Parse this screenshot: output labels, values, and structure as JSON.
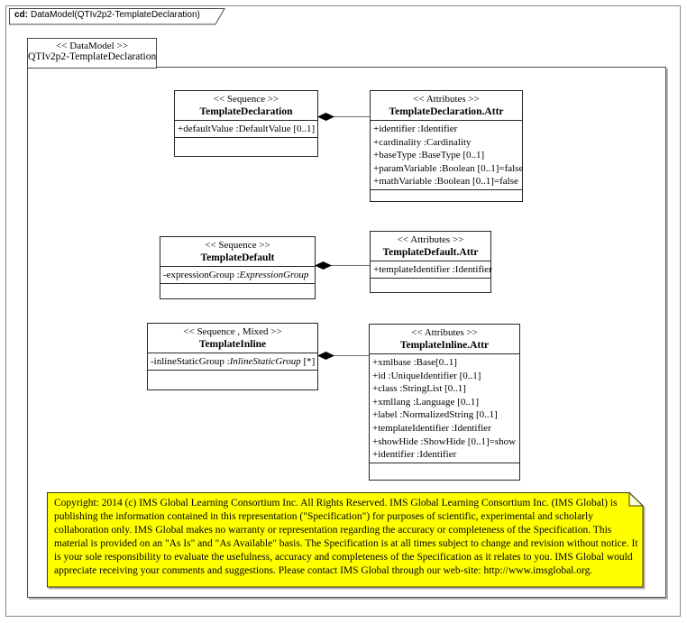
{
  "frame": {
    "tab_prefix": "cd:",
    "tab_label": "DataModel(QTIv2p2-TemplateDeclaration)"
  },
  "package": {
    "stereotype": "<< DataModel >>",
    "name": "QTIv2p2-TemplateDeclaration"
  },
  "classes": [
    {
      "stereotype": "<< Sequence >>",
      "name": "TemplateDeclaration",
      "attributes": [
        {
          "pre": "+defaultValue :DefaultValue [0..1]",
          "italic": "",
          "post": ""
        }
      ]
    },
    {
      "stereotype": "<< Attributes  >>",
      "name": "TemplateDeclaration.Attr",
      "attributes": [
        {
          "pre": "+identifier :Identifier",
          "italic": "",
          "post": ""
        },
        {
          "pre": "+cardinality :Cardinality",
          "italic": "",
          "post": ""
        },
        {
          "pre": "+baseType :BaseType [0..1]",
          "italic": "",
          "post": ""
        },
        {
          "pre": "+paramVariable :Boolean [0..1]=false",
          "italic": "",
          "post": ""
        },
        {
          "pre": "+mathVariable :Boolean [0..1]=false",
          "italic": "",
          "post": ""
        }
      ]
    },
    {
      "stereotype": "<< Sequence >>",
      "name": "TemplateDefault",
      "attributes": [
        {
          "pre": "-expressionGroup :",
          "italic": "ExpressionGroup",
          "post": ""
        }
      ]
    },
    {
      "stereotype": "<< Attributes  >>",
      "name": "TemplateDefault.Attr",
      "attributes": [
        {
          "pre": "+templateIdentifier :Identifier",
          "italic": "",
          "post": ""
        }
      ]
    },
    {
      "stereotype": "<< Sequence , Mixed >>",
      "name": "TemplateInline",
      "attributes": [
        {
          "pre": "-inlineStaticGroup :",
          "italic": "InlineStaticGroup",
          "post": " [*]"
        }
      ]
    },
    {
      "stereotype": "<< Attributes  >>",
      "name": "TemplateInline.Attr",
      "attributes": [
        {
          "pre": "+xmlbase :Base[0..1]",
          "italic": "",
          "post": ""
        },
        {
          "pre": "+id :UniqueIdentifier  [0..1]",
          "italic": "",
          "post": ""
        },
        {
          "pre": "+class :StringList [0..1]",
          "italic": "",
          "post": ""
        },
        {
          "pre": "+xmllang :Language [0..1]",
          "italic": "",
          "post": ""
        },
        {
          "pre": "+label :NormalizedString  [0..1]",
          "italic": "",
          "post": ""
        },
        {
          "pre": "+templateIdentifier :Identifier",
          "italic": "",
          "post": ""
        },
        {
          "pre": "+showHide :ShowHide [0..1]=show",
          "italic": "",
          "post": ""
        },
        {
          "pre": "+identifier :Identifier",
          "italic": "",
          "post": ""
        }
      ]
    }
  ],
  "note": {
    "text": "Copyright: 2014 (c) IMS Global Learning Consortium Inc.  All Rights Reserved.  IMS Global Learning Consortium Inc. (IMS Global) is publishing the information contained in this representation (\"Specification\") for purposes of scientific, experimental and scholarly collaboration only.  IMS Global makes no warranty or representation regarding the accuracy or completeness of the Specification.  This material is provided on an \"As Is\" and \"As Available\" basis.  The Specification is at all times subject to change and revision without notice.  It is your sole responsibility to evaluate the usefulness, accuracy and completeness of the Specification as it relates to you.  IMS Global would appreciate receiving your comments and suggestions.  Please contact IMS Global through our web-site: http://www.imsglobal.org."
  },
  "colors": {
    "note_fill": "#ffff00",
    "box_border": "#262626",
    "connector": "#6e6e6e",
    "shadow": "#b8b8b8"
  }
}
